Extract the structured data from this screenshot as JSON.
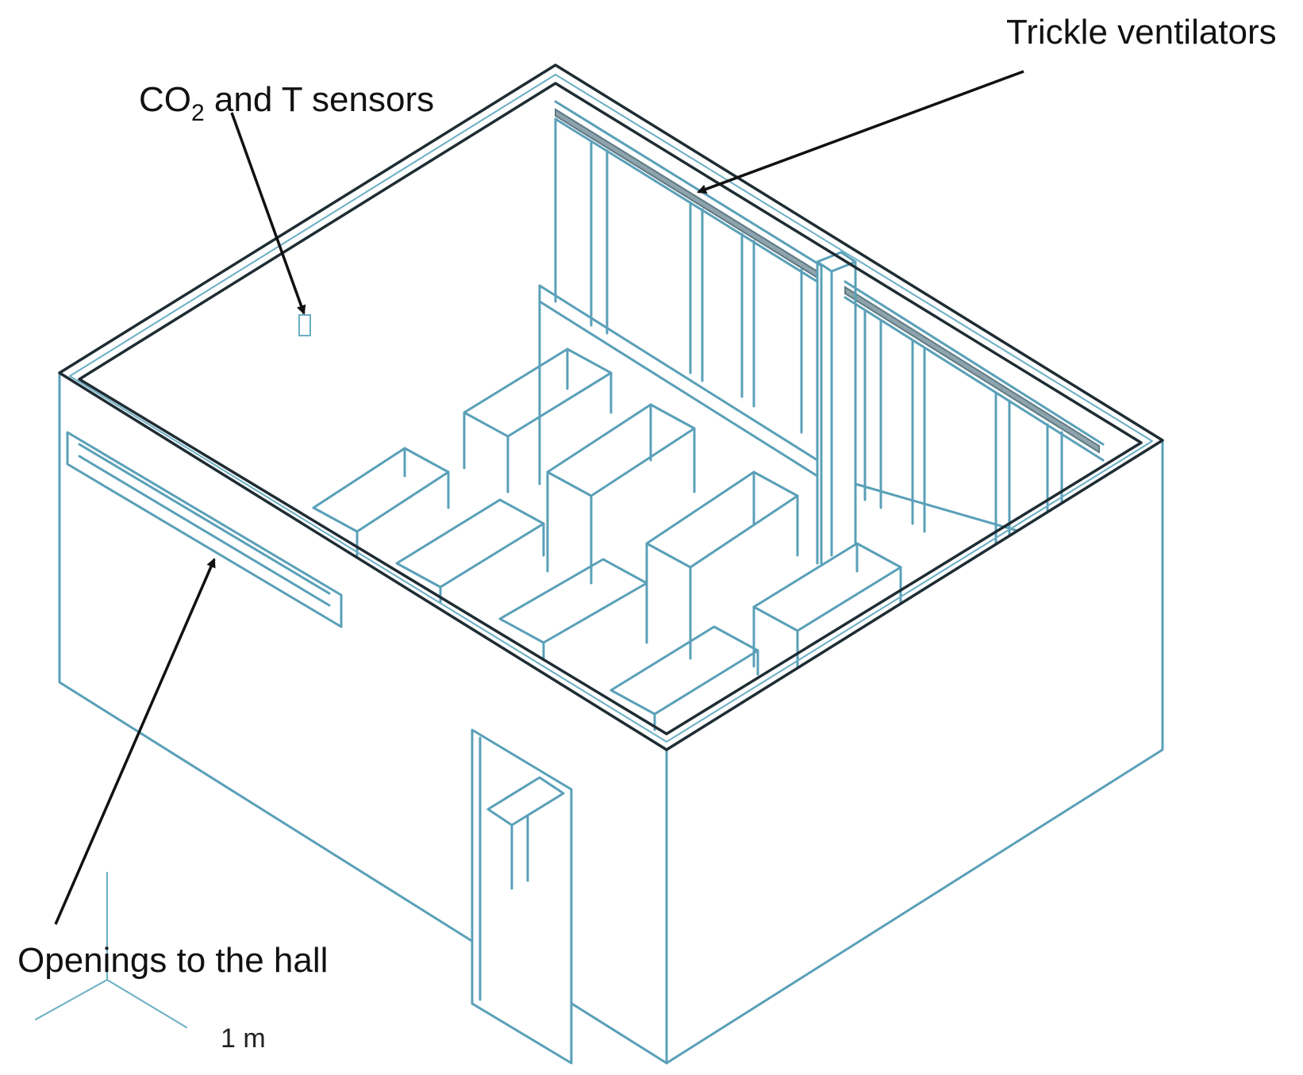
{
  "labels": {
    "co2_sensor": {
      "prefix": "CO",
      "subscript": "2",
      "suffix": " and T sensors"
    },
    "trickle_ventilators": "Trickle ventilators",
    "openings_to_hall": "Openings to the hall",
    "scale": "1 m"
  },
  "colors": {
    "outline": "#5aa0b8",
    "rim_dark": "#1f2c33",
    "ventilator_strip": "#8ea3ab",
    "arrow": "#111111"
  }
}
